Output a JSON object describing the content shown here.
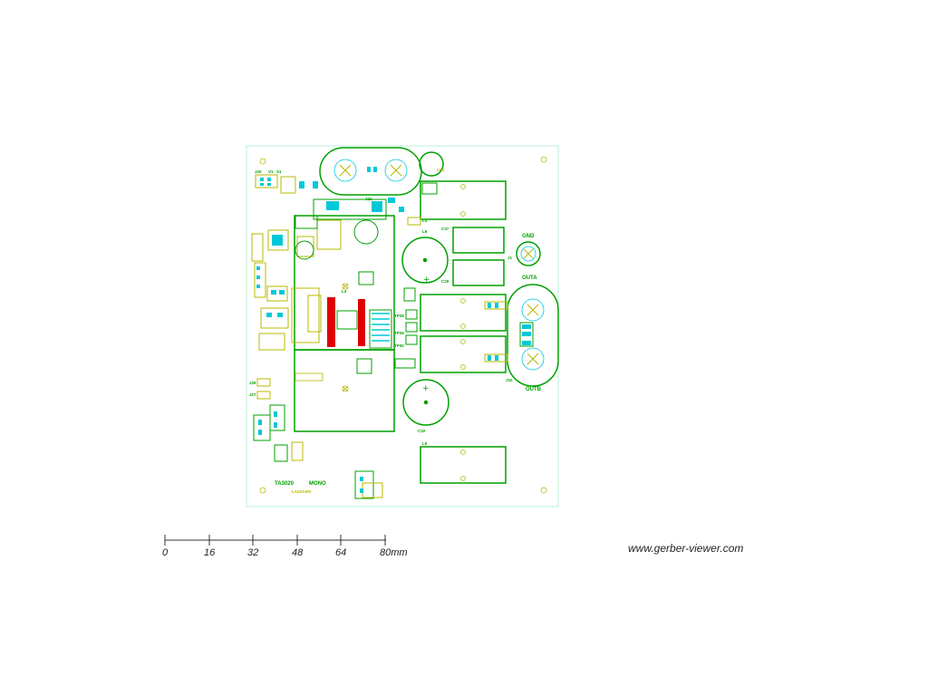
{
  "viewer": {
    "watermark": "www.gerber-viewer.com",
    "colors": {
      "background": "#ffffff",
      "copper": "#00a000",
      "silk": "#b8b800",
      "pads": "#00c8d8",
      "highlight": "#e00000",
      "outline": "#b8f0d8"
    }
  },
  "scale": {
    "ticks": [
      "0",
      "16",
      "32",
      "48",
      "64",
      "80mm"
    ]
  },
  "board": {
    "labels": {
      "j20": "J20",
      "v1": "V1",
      "s1": "S1",
      "j21": "J21",
      "lp1": "LP1",
      "l4": "L4",
      "l3": "L3",
      "l5": "L5",
      "l6": "L6",
      "c37": "C37",
      "c20": "C20",
      "c32": "C32",
      "j1": "J1",
      "gnd": "GND",
      "outa": "OUTA",
      "outb": "OUTB",
      "j10": "J10",
      "j26": "J26",
      "j27": "J27",
      "ta3020": "TA3020",
      "mono": "MONO",
      "rev": "LAZZARO",
      "tp28": "TP28",
      "tp26": "TP26",
      "tp30": "TP30"
    }
  }
}
